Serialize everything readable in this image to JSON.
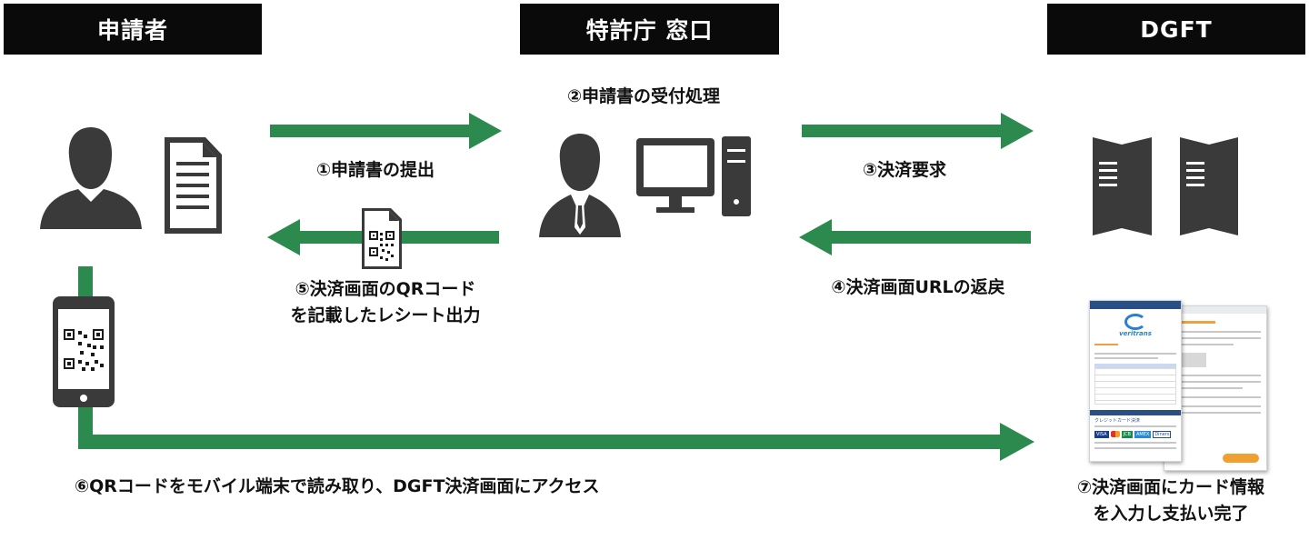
{
  "actors": {
    "applicant": "申請者",
    "jpo": "特許庁 窓口",
    "dgft": "DGFT"
  },
  "steps": {
    "s1": "①申請書の提出",
    "s2": "②申請書の受付処理",
    "s3": "③決済要求",
    "s4": "④決済画面URLの返戻",
    "s5_line1": "⑤決済画面のQRコード",
    "s5_line2": "を記載したレシート出力",
    "s6": "⑥QRコードをモバイル端末で読み取り、DGFT決済画面にアクセス",
    "s7_line1": "⑦決済画面にカード情報",
    "s7_line2": "を入力し支払い完了"
  },
  "payment_screen": {
    "logo": "veritrans",
    "card_section": "クレジットカード決済",
    "brands": [
      "VISA",
      "JCB",
      "AMEX",
      "Diners"
    ]
  },
  "colors": {
    "arrow": "#2c8a4f",
    "header": "#0a0a0a",
    "icon": "#3a3a3a"
  }
}
